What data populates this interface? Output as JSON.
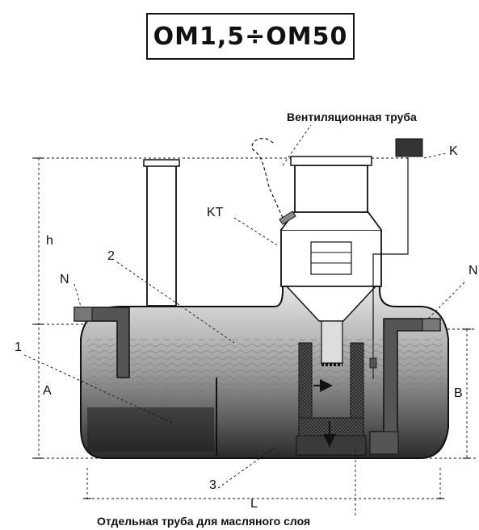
{
  "title": "ОМ1,5÷ОМ50",
  "labels": {
    "vent_pipe": "Вентиляционная труба",
    "k": "K",
    "kt": "KT",
    "h": "h",
    "two": "2",
    "n_left": "N",
    "n_right": "N",
    "one": "1",
    "a": "A",
    "b": "B",
    "three": "3",
    "l": "L",
    "oil_pipe": "Отдельная труба для масляного слоя"
  },
  "colors": {
    "line": "#111111",
    "tank_dark": "#2a2a2a",
    "pipe": "#444444",
    "water": "#d9d9d9"
  }
}
